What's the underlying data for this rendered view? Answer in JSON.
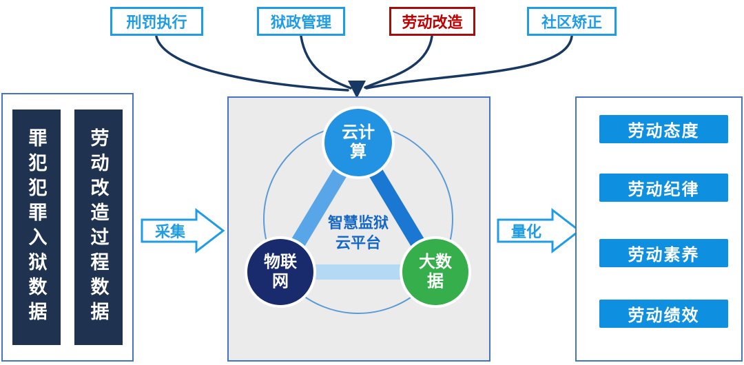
{
  "top_tags": [
    {
      "label": "刑罚执行"
    },
    {
      "label": "狱政管理"
    },
    {
      "label": "劳动改造"
    },
    {
      "label": "社区矫正"
    }
  ],
  "left_panel": {
    "column1": "罪犯犯罪入狱数据",
    "column2": "劳动改造过程数据"
  },
  "collect_arrow_label": "采集",
  "quantify_arrow_label": "量化",
  "center_panel": {
    "platform_title_line1": "智慧监狱",
    "platform_title_line2": "云平台",
    "node_cloud": "云计算",
    "node_iot": "物联网",
    "node_bigdata": "大数据"
  },
  "right_panel": {
    "items": [
      {
        "label": "劳动态度"
      },
      {
        "label": "劳动纪律"
      },
      {
        "label": "劳动素养"
      },
      {
        "label": "劳动绩效"
      }
    ]
  },
  "colors": {
    "tag_blue": "#1e9ce6",
    "tag_red": "#c00000",
    "panel_border": "#4472c4",
    "dark_navy_column": "#1f3350",
    "connector_navy": "#173863",
    "node_cloud": "#2293e2",
    "node_iot": "#1a2b6d",
    "node_bigdata": "#35ae4b",
    "right_button_blue": "#0f8fe0",
    "platform_text_blue": "#1668c8"
  }
}
